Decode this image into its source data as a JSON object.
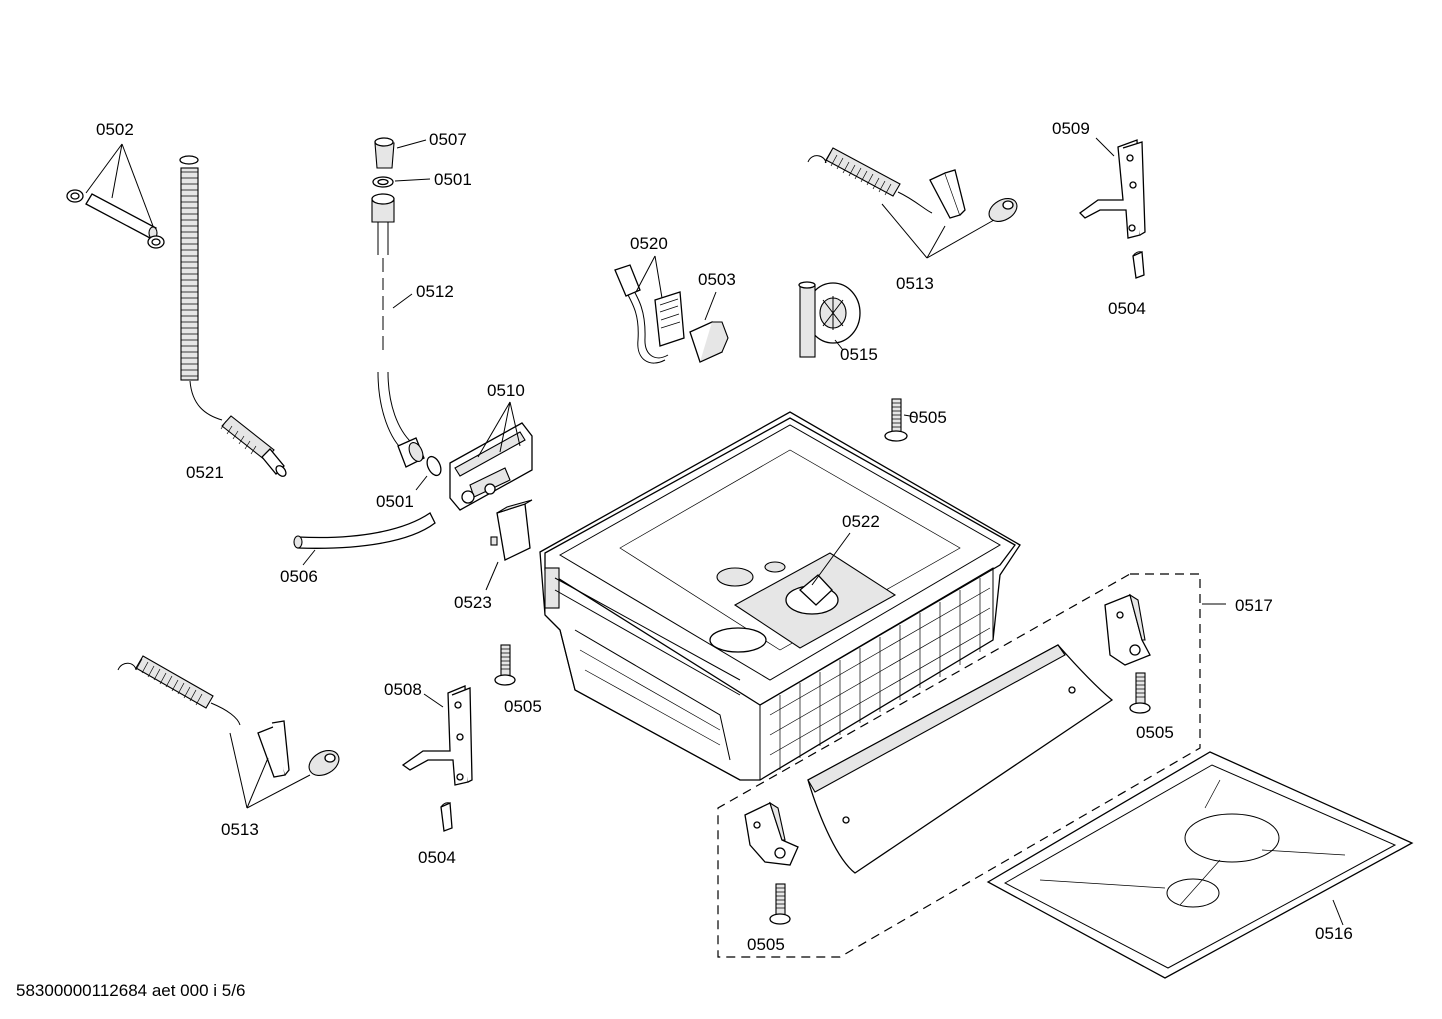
{
  "diagram": {
    "labels": {
      "p0502": "0502",
      "p0507": "0507",
      "p0501_top": "0501",
      "p0512": "0512",
      "p0520": "0520",
      "p0503": "0503",
      "p0515": "0515",
      "p0513_top": "0513",
      "p0509": "0509",
      "p0504_top": "0504",
      "p0510": "0510",
      "p0505_top": "0505",
      "p0521": "0521",
      "p0501_mid": "0501",
      "p0522": "0522",
      "p0506": "0506",
      "p0523": "0523",
      "p0517": "0517",
      "p0508": "0508",
      "p0505_mid": "0505",
      "p0505_right": "0505",
      "p0513_bottom": "0513",
      "p0504_bottom": "0504",
      "p0505_bottom": "0505",
      "p0516": "0516"
    },
    "document_id": "58300000112684 aet 000 i 5/6"
  }
}
